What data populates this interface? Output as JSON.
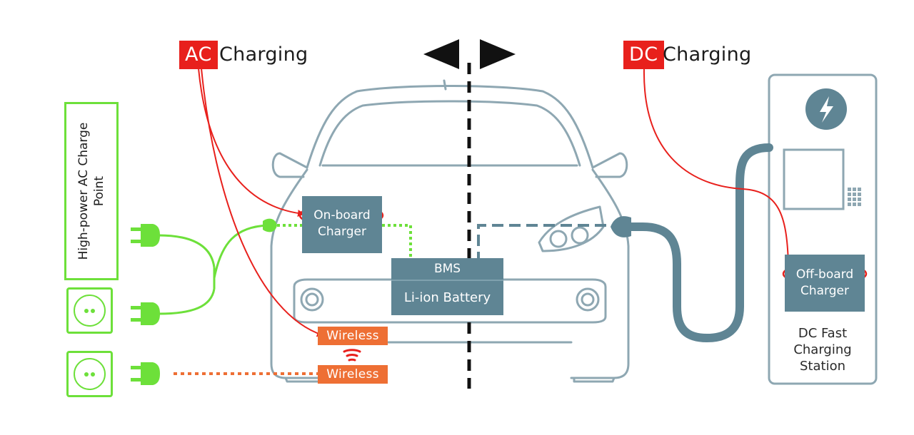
{
  "ac_header": {
    "tag": "AC",
    "text": "Charging"
  },
  "dc_header": {
    "tag": "DC",
    "text": "Charging"
  },
  "ac_charge_point": {
    "label": "High-power AC Charge Point"
  },
  "onboard_charger": {
    "line1": "On-board",
    "line2": "Charger"
  },
  "battery_pack": {
    "bms": "BMS",
    "battery": "Li-ion Battery"
  },
  "wireless_receiver": {
    "label": "Wireless"
  },
  "wireless_transmitter": {
    "label": "Wireless"
  },
  "offboard_charger": {
    "line1": "Off-board",
    "line2": "Charger"
  },
  "dc_station": {
    "line1": "DC Fast",
    "line2": "Charging",
    "line3": "Station",
    "icon": "lightning-bolt-icon"
  },
  "colors": {
    "ac_accent": "#e8201c",
    "ac_supply_line": "#6de03a",
    "wireless": "#ee6f34",
    "car_outline": "#8ea7b2",
    "module": "#5f8594"
  }
}
